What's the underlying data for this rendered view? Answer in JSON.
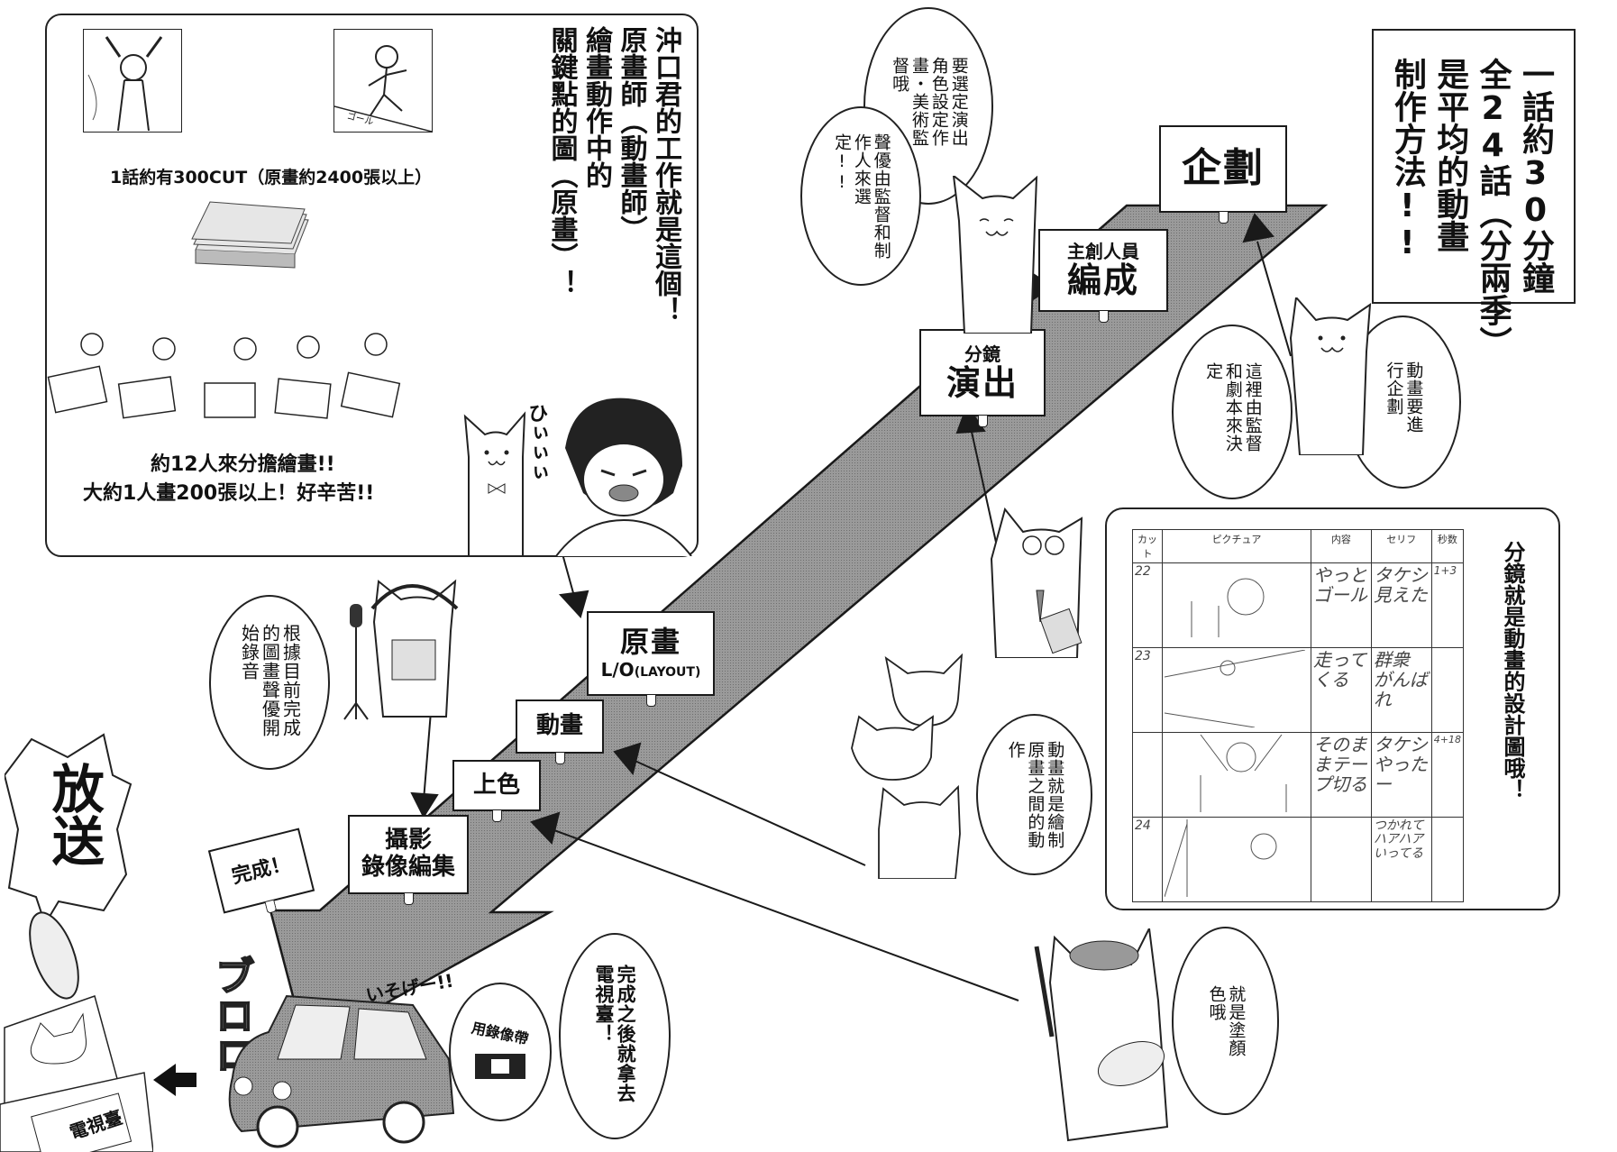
{
  "top_left_panel": {
    "caption_cuts": "1話約有300CUT（原畫約2400張以上）",
    "caption_staff_line1": "約12人來分擔繪畫!!",
    "caption_staff_line2": "大約1人畫200張以上！好辛苦!!",
    "vertical_text": [
      "沖口君的工作就是這個！",
      "原畫師（動畫師）",
      "繪畫動作中的",
      "關鍵點的圖（原畫）！"
    ],
    "goal_label": "ゴール",
    "boy_exclaim": "ひぃぃぃ"
  },
  "info_box": {
    "lines": [
      "一話約30分鐘",
      "全24話（分兩季）",
      "是平均的動畫",
      "制作方法!!"
    ]
  },
  "signs": {
    "kikaku": "企劃",
    "staff_top": "主創人員",
    "staff_main": "編成",
    "storyboard_top": "分鏡",
    "storyboard_main": "演出",
    "genga_main": "原畫",
    "genga_sub_symbol": "L/O",
    "genga_sub": "(LAYOUT)",
    "douga": "動畫",
    "shikisai": "上色",
    "satsuei_top": "攝影",
    "satsuei_main": "錄像編集",
    "kansei": "完成！",
    "tv_station": "電視臺"
  },
  "bubbles": {
    "staff_select_1": "要選定演出角色設定作畫・美術監督哦",
    "staff_select_2": "聲優由監督和制作人來選定!!",
    "director_script": "這裡由監督和劇本來決定",
    "planning": "動畫要進行企劃",
    "recording": "根據目前完成的圖畫聲優開始錄音",
    "inbetween": "動畫就是繪制原畫之間的動作",
    "coloring": "就是塗顏色哦",
    "delivery": "完成之後就拿去電視臺！",
    "broadcast": "放送",
    "tape": "用錄像帶",
    "hurry": "いそげー!!",
    "car_sound": "ブロロ"
  },
  "storyboard_panel": {
    "caption": "分鏡就是動畫的設計圖哦！",
    "headers": [
      "カット",
      "ピクチュア",
      "内容",
      "セリフ",
      "秒数"
    ],
    "rows": [
      {
        "cut": "22",
        "content": "やっとゴール",
        "dialogue": "タケシ 見えた",
        "seconds": "1+3"
      },
      {
        "cut": "23",
        "content": "走ってくる",
        "dialogue": "群衆 がんばれ",
        "seconds": ""
      },
      {
        "cut": "",
        "content": "そのままテープ切る",
        "dialogue": "タケシ やったー",
        "seconds": "4+18"
      },
      {
        "cut": "24",
        "content": "",
        "dialogue": "つかれてハアハアいってる",
        "seconds": ""
      }
    ]
  },
  "colors": {
    "road": "#8c8c8c",
    "ink": "#1a1a1a",
    "paper": "#ffffff"
  }
}
